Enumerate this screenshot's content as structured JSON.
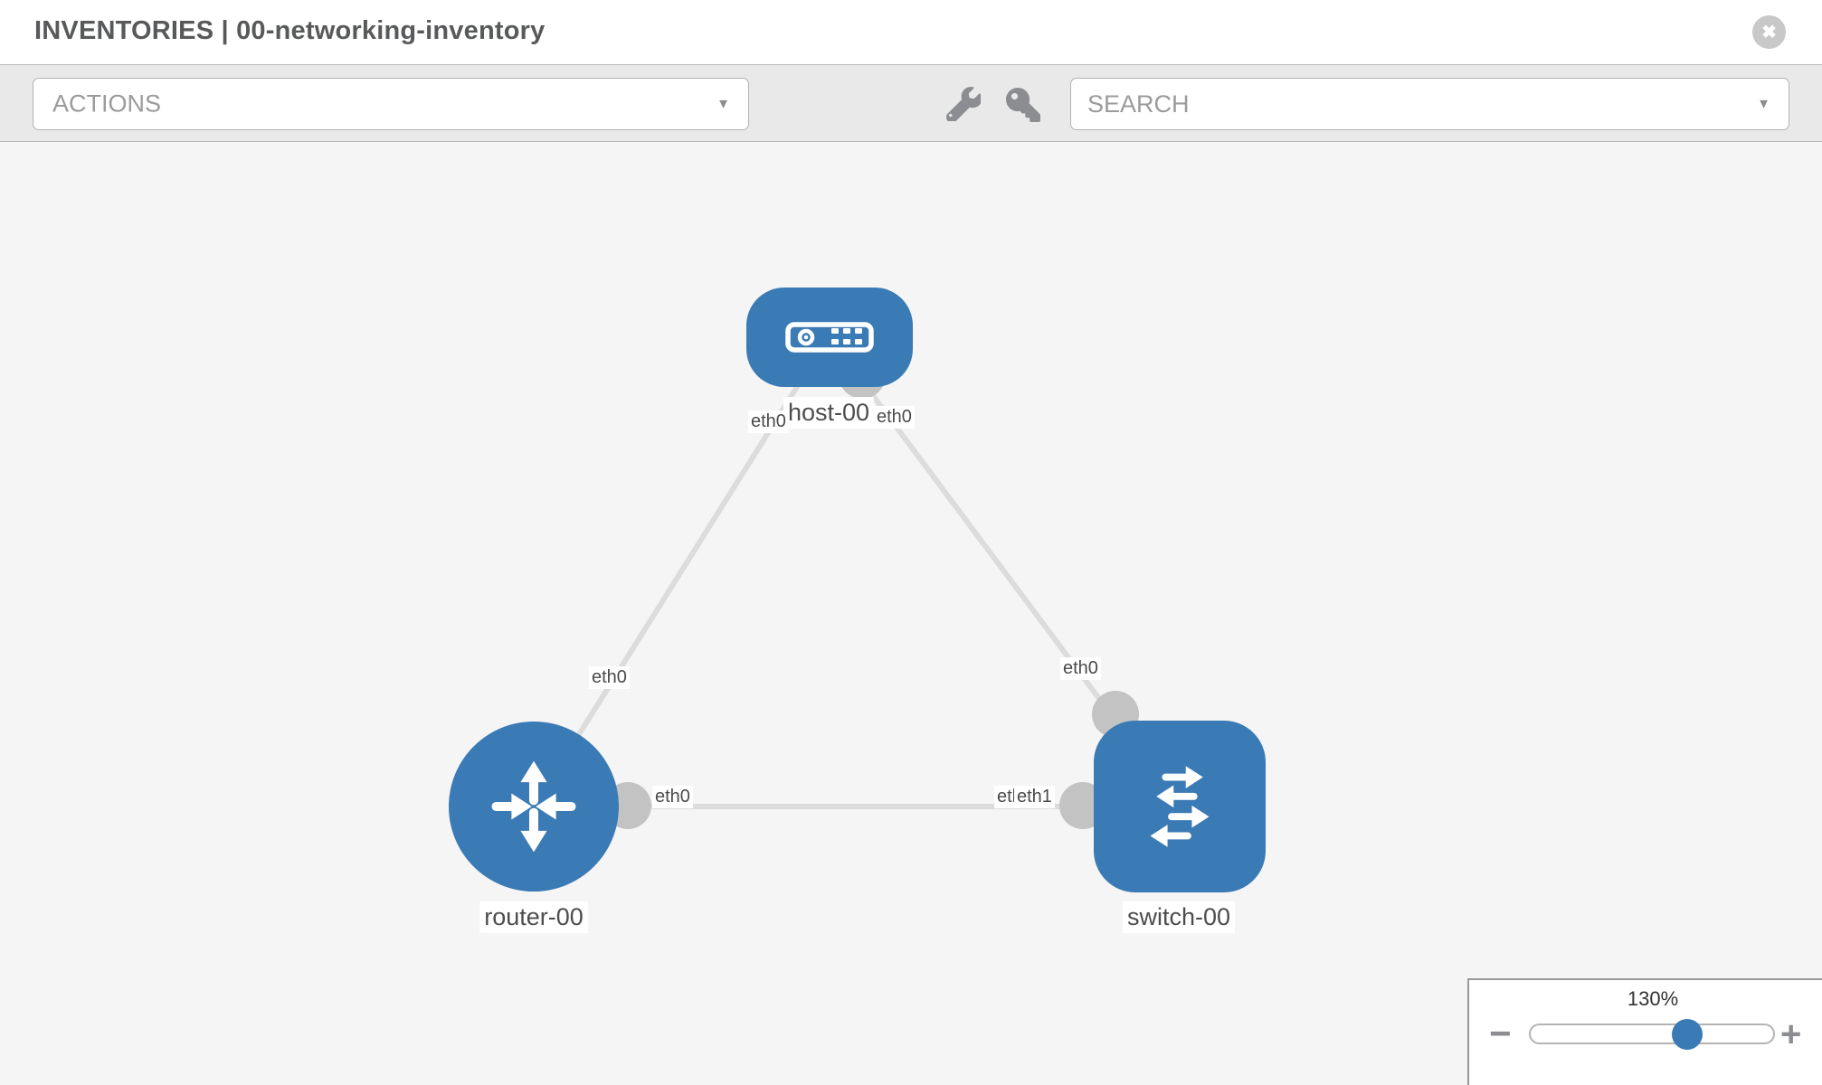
{
  "header": {
    "title": "INVENTORIES | 00-networking-inventory"
  },
  "toolbar": {
    "actions_label": "ACTIONS",
    "search_placeholder": "SEARCH"
  },
  "icons": {
    "close": "✖",
    "chevron_down": "▼",
    "wrench": "wrench",
    "key": "key",
    "zoom_out": "−",
    "zoom_in": "+"
  },
  "canvas": {
    "nodes": [
      {
        "label": "host-00",
        "type": "host"
      },
      {
        "label": "router-00",
        "type": "router"
      },
      {
        "label": "switch-00",
        "type": "switch"
      }
    ],
    "links": [
      {
        "from": "host-00",
        "to": "router-00",
        "from_interface": "eth0",
        "to_interface": "eth0"
      },
      {
        "from": "host-00",
        "to": "switch-00",
        "from_interface": "eth0",
        "to_interface": "eth0"
      },
      {
        "from": "router-00",
        "to": "switch-00",
        "from_interface": "eth0",
        "to_interface": "eth1"
      }
    ]
  },
  "zoom_control": {
    "level": "130%"
  },
  "colors": {
    "node_blue": "#3a7ab5",
    "link_gray": "#dcdcdc",
    "dot_gray": "#c3c3c3",
    "toolbar_bg": "#e9e9e9",
    "canvas_bg": "#f5f5f5"
  }
}
